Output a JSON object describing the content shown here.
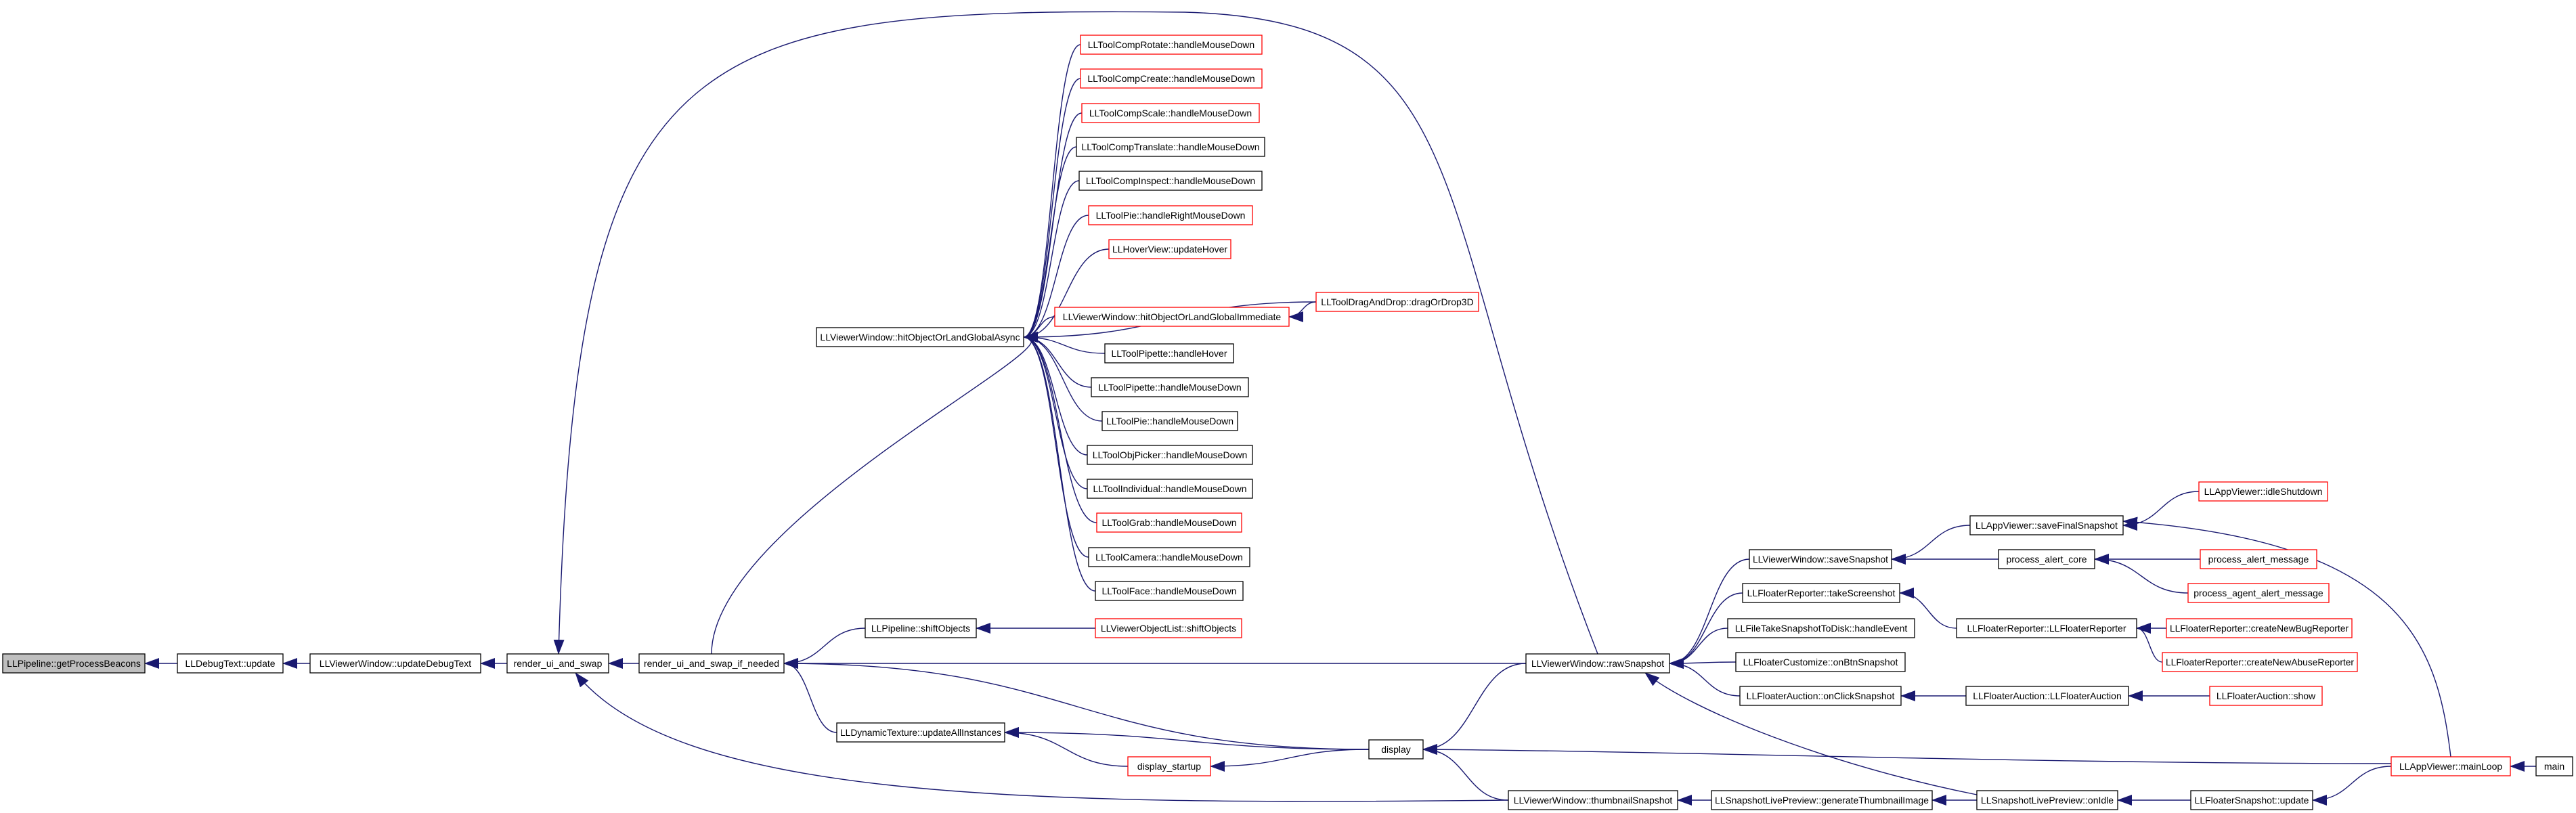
{
  "colors": {
    "edge": "#191970",
    "node_border_default": "#000000",
    "node_border_truncated": "#ff0000",
    "node_fill_root": "#bfbfbf",
    "node_fill": "#ffffff"
  },
  "nodes": [
    {
      "id": "getProcessBeacons",
      "label": "LLPipeline::getProcessBeacons",
      "style": "root"
    },
    {
      "id": "debugTextUpdate",
      "label": "LLDebugText::update",
      "style": "default"
    },
    {
      "id": "updateDebugText",
      "label": "LLViewerWindow::updateDebugText",
      "style": "default"
    },
    {
      "id": "renderUiAndSwap",
      "label": "render_ui_and_swap",
      "style": "default"
    },
    {
      "id": "renderUiAndSwapIfNeeded",
      "label": "render_ui_and_swap_if_needed",
      "style": "default"
    },
    {
      "id": "hitObjectOrLandGlobalAsync",
      "label": "LLViewerWindow::hitObjectOrLandGlobalAsync",
      "style": "default"
    },
    {
      "id": "compRotate",
      "label": "LLToolCompRotate::handleMouseDown",
      "style": "truncated"
    },
    {
      "id": "compCreate",
      "label": "LLToolCompCreate::handleMouseDown",
      "style": "truncated"
    },
    {
      "id": "compScale",
      "label": "LLToolCompScale::handleMouseDown",
      "style": "truncated"
    },
    {
      "id": "compTranslate",
      "label": "LLToolCompTranslate::handleMouseDown",
      "style": "default"
    },
    {
      "id": "compInspect",
      "label": "LLToolCompInspect::handleMouseDown",
      "style": "default"
    },
    {
      "id": "pieRight",
      "label": "LLToolPie::handleRightMouseDown",
      "style": "truncated"
    },
    {
      "id": "hoverUpdate",
      "label": "LLHoverView::updateHover",
      "style": "truncated"
    },
    {
      "id": "hitImmediate",
      "label": "LLViewerWindow::hitObjectOrLandGlobalImmediate",
      "style": "truncated"
    },
    {
      "id": "dragOrDrop3D",
      "label": "LLToolDragAndDrop::dragOrDrop3D",
      "style": "truncated"
    },
    {
      "id": "pipetteHover",
      "label": "LLToolPipette::handleHover",
      "style": "default"
    },
    {
      "id": "pipetteDown",
      "label": "LLToolPipette::handleMouseDown",
      "style": "default"
    },
    {
      "id": "pieDown",
      "label": "LLToolPie::handleMouseDown",
      "style": "default"
    },
    {
      "id": "objPickerDown",
      "label": "LLToolObjPicker::handleMouseDown",
      "style": "default"
    },
    {
      "id": "individualDown",
      "label": "LLToolIndividual::handleMouseDown",
      "style": "default"
    },
    {
      "id": "grabDown",
      "label": "LLToolGrab::handleMouseDown",
      "style": "truncated"
    },
    {
      "id": "cameraDown",
      "label": "LLToolCamera::handleMouseDown",
      "style": "default"
    },
    {
      "id": "faceDown",
      "label": "LLToolFace::handleMouseDown",
      "style": "default"
    },
    {
      "id": "shiftObjects",
      "label": "LLPipeline::shiftObjects",
      "style": "default"
    },
    {
      "id": "objListShift",
      "label": "LLViewerObjectList::shiftObjects",
      "style": "truncated"
    },
    {
      "id": "updateAllInstances",
      "label": "LLDynamicTexture::updateAllInstances",
      "style": "default"
    },
    {
      "id": "displayStartup",
      "label": "display_startup",
      "style": "truncated"
    },
    {
      "id": "display",
      "label": "display",
      "style": "default"
    },
    {
      "id": "rawSnapshot",
      "label": "LLViewerWindow::rawSnapshot",
      "style": "default"
    },
    {
      "id": "thumbnailSnapshot",
      "label": "LLViewerWindow::thumbnailSnapshot",
      "style": "default"
    },
    {
      "id": "saveSnapshot",
      "label": "LLViewerWindow::saveSnapshot",
      "style": "default"
    },
    {
      "id": "takeScreenshot",
      "label": "LLFloaterReporter::takeScreenshot",
      "style": "default"
    },
    {
      "id": "fileTakeSnapshot",
      "label": "LLFileTakeSnapshotToDisk::handleEvent",
      "style": "default"
    },
    {
      "id": "customizeSnapshot",
      "label": "LLFloaterCustomize::onBtnSnapshot",
      "style": "default"
    },
    {
      "id": "auctionClick",
      "label": "LLFloaterAuction::onClickSnapshot",
      "style": "default"
    },
    {
      "id": "genThumb",
      "label": "LLSnapshotLivePreview::generateThumbnailImage",
      "style": "default"
    },
    {
      "id": "saveFinal",
      "label": "LLAppViewer::saveFinalSnapshot",
      "style": "default"
    },
    {
      "id": "alertCore",
      "label": "process_alert_core",
      "style": "default"
    },
    {
      "id": "reporterCtor",
      "label": "LLFloaterReporter::LLFloaterReporter",
      "style": "default"
    },
    {
      "id": "auctionCtor",
      "label": "LLFloaterAuction::LLFloaterAuction",
      "style": "default"
    },
    {
      "id": "onIdle",
      "label": "LLSnapshotLivePreview::onIdle",
      "style": "default"
    },
    {
      "id": "idleShutdown",
      "label": "LLAppViewer::idleShutdown",
      "style": "truncated"
    },
    {
      "id": "alertMsg",
      "label": "process_alert_message",
      "style": "truncated"
    },
    {
      "id": "agentAlertMsg",
      "label": "process_agent_alert_message",
      "style": "truncated"
    },
    {
      "id": "newBug",
      "label": "LLFloaterReporter::createNewBugReporter",
      "style": "truncated"
    },
    {
      "id": "newAbuse",
      "label": "LLFloaterReporter::createNewAbuseReporter",
      "style": "truncated"
    },
    {
      "id": "auctionShow",
      "label": "LLFloaterAuction::show",
      "style": "truncated"
    },
    {
      "id": "snapshotUpdate",
      "label": "LLFloaterSnapshot::update",
      "style": "default"
    },
    {
      "id": "mainLoop",
      "label": "LLAppViewer::mainLoop",
      "style": "truncated"
    },
    {
      "id": "main",
      "label": "main",
      "style": "default"
    }
  ],
  "edges": [
    [
      "debugTextUpdate",
      "getProcessBeacons"
    ],
    [
      "updateDebugText",
      "debugTextUpdate"
    ],
    [
      "renderUiAndSwap",
      "updateDebugText"
    ],
    [
      "renderUiAndSwapIfNeeded",
      "renderUiAndSwap"
    ],
    [
      "rawSnapshot",
      "renderUiAndSwap"
    ],
    [
      "thumbnailSnapshot",
      "renderUiAndSwap"
    ],
    [
      "shiftObjects",
      "renderUiAndSwapIfNeeded"
    ],
    [
      "updateAllInstances",
      "renderUiAndSwapIfNeeded"
    ],
    [
      "rawSnapshot",
      "renderUiAndSwapIfNeeded"
    ],
    [
      "display",
      "renderUiAndSwapIfNeeded"
    ],
    [
      "renderUiAndSwapIfNeeded",
      "hitObjectOrLandGlobalAsync"
    ],
    [
      "compRotate",
      "hitObjectOrLandGlobalAsync"
    ],
    [
      "compCreate",
      "hitObjectOrLandGlobalAsync"
    ],
    [
      "compScale",
      "hitObjectOrLandGlobalAsync"
    ],
    [
      "compTranslate",
      "hitObjectOrLandGlobalAsync"
    ],
    [
      "compInspect",
      "hitObjectOrLandGlobalAsync"
    ],
    [
      "pieRight",
      "hitObjectOrLandGlobalAsync"
    ],
    [
      "hoverUpdate",
      "hitObjectOrLandGlobalAsync"
    ],
    [
      "hitImmediate",
      "hitObjectOrLandGlobalAsync"
    ],
    [
      "dragOrDrop3D",
      "hitObjectOrLandGlobalAsync"
    ],
    [
      "pipetteHover",
      "hitObjectOrLandGlobalAsync"
    ],
    [
      "pipetteDown",
      "hitObjectOrLandGlobalAsync"
    ],
    [
      "pieDown",
      "hitObjectOrLandGlobalAsync"
    ],
    [
      "objPickerDown",
      "hitObjectOrLandGlobalAsync"
    ],
    [
      "individualDown",
      "hitObjectOrLandGlobalAsync"
    ],
    [
      "grabDown",
      "hitObjectOrLandGlobalAsync"
    ],
    [
      "cameraDown",
      "hitObjectOrLandGlobalAsync"
    ],
    [
      "faceDown",
      "hitObjectOrLandGlobalAsync"
    ],
    [
      "dragOrDrop3D",
      "hitImmediate"
    ],
    [
      "objListShift",
      "shiftObjects"
    ],
    [
      "display",
      "updateAllInstances"
    ],
    [
      "displayStartup",
      "updateAllInstances"
    ],
    [
      "display",
      "displayStartup"
    ],
    [
      "rawSnapshot",
      "display"
    ],
    [
      "thumbnailSnapshot",
      "display"
    ],
    [
      "mainLoop",
      "display"
    ],
    [
      "saveSnapshot",
      "rawSnapshot"
    ],
    [
      "takeScreenshot",
      "rawSnapshot"
    ],
    [
      "fileTakeSnapshot",
      "rawSnapshot"
    ],
    [
      "customizeSnapshot",
      "rawSnapshot"
    ],
    [
      "auctionClick",
      "rawSnapshot"
    ],
    [
      "onIdle",
      "rawSnapshot"
    ],
    [
      "genThumb",
      "thumbnailSnapshot"
    ],
    [
      "saveFinal",
      "saveSnapshot"
    ],
    [
      "alertCore",
      "saveSnapshot"
    ],
    [
      "reporterCtor",
      "takeScreenshot"
    ],
    [
      "auctionCtor",
      "auctionClick"
    ],
    [
      "onIdle",
      "genThumb"
    ],
    [
      "idleShutdown",
      "saveFinal"
    ],
    [
      "mainLoop",
      "saveFinal"
    ],
    [
      "alertMsg",
      "alertCore"
    ],
    [
      "agentAlertMsg",
      "alertCore"
    ],
    [
      "newBug",
      "reporterCtor"
    ],
    [
      "newAbuse",
      "reporterCtor"
    ],
    [
      "auctionShow",
      "auctionCtor"
    ],
    [
      "snapshotUpdate",
      "onIdle"
    ],
    [
      "mainLoop",
      "snapshotUpdate"
    ],
    [
      "main",
      "mainLoop"
    ]
  ]
}
